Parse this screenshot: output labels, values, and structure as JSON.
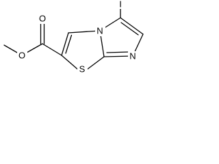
{
  "molecule": {
    "atoms": {
      "iodine": "I",
      "nitrogen_bridge": "N",
      "nitrogen_imine": "N",
      "sulfur": "S",
      "oxygen_carbonyl": "O",
      "oxygen_ester": "O"
    }
  }
}
